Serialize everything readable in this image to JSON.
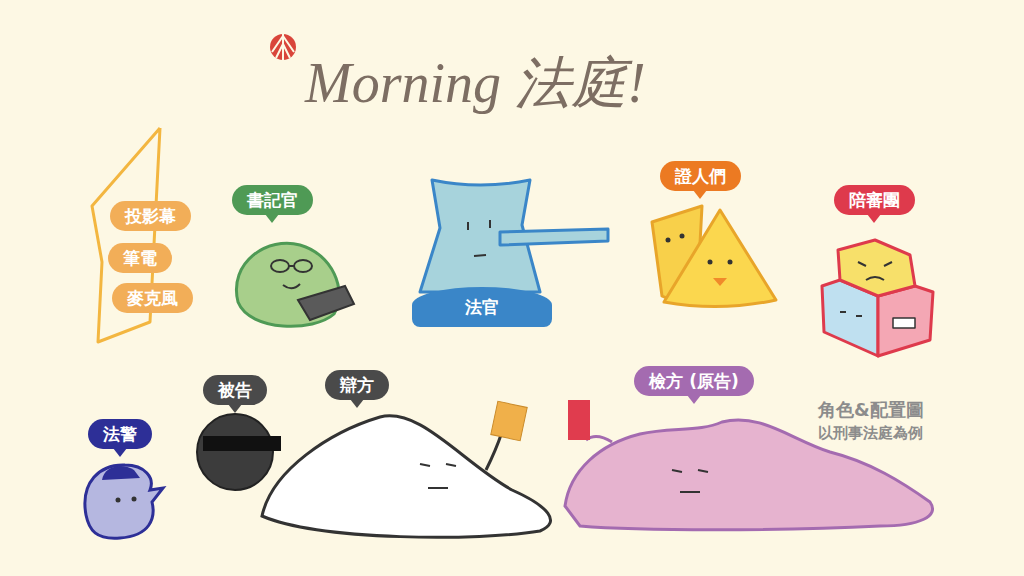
{
  "diagram": {
    "title": "Morning 法庭!",
    "nodes": [
      {
        "text": [
          "投影幕"
        ]
      },
      {
        "text": [
          "筆電"
        ]
      },
      {
        "text": [
          "麥克風"
        ]
      },
      {
        "text": [
          "書記官"
        ]
      },
      {
        "text": [
          "法官"
        ]
      },
      {
        "text": [
          "證人們"
        ]
      },
      {
        "text": [
          "陪審團"
        ]
      },
      {
        "text": [
          "被告"
        ]
      },
      {
        "text": [
          "辯方"
        ]
      },
      {
        "text": [
          "檢方 (原告)"
        ]
      },
      {
        "text": [
          "法警"
        ]
      }
    ],
    "labels": [
      "角色&配置圖",
      "以刑事法庭為例"
    ]
  }
}
